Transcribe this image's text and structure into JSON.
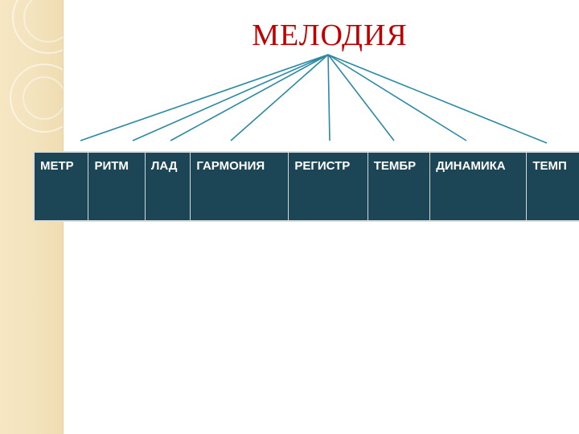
{
  "title": "МЕЛОДИЯ",
  "colors": {
    "title": "#c00000",
    "connector": "#2a8aa3",
    "cell_background": "#1c4656",
    "cell_text": "#ffffff",
    "side_band": "#f3e3bd"
  },
  "parameters": [
    "МЕТР",
    "РИТМ",
    "ЛАД",
    "ГАРМОНИЯ",
    "РЕГИСТР",
    "ТЕМБР",
    "ДИНАМИКА",
    "ТЕМП"
  ]
}
